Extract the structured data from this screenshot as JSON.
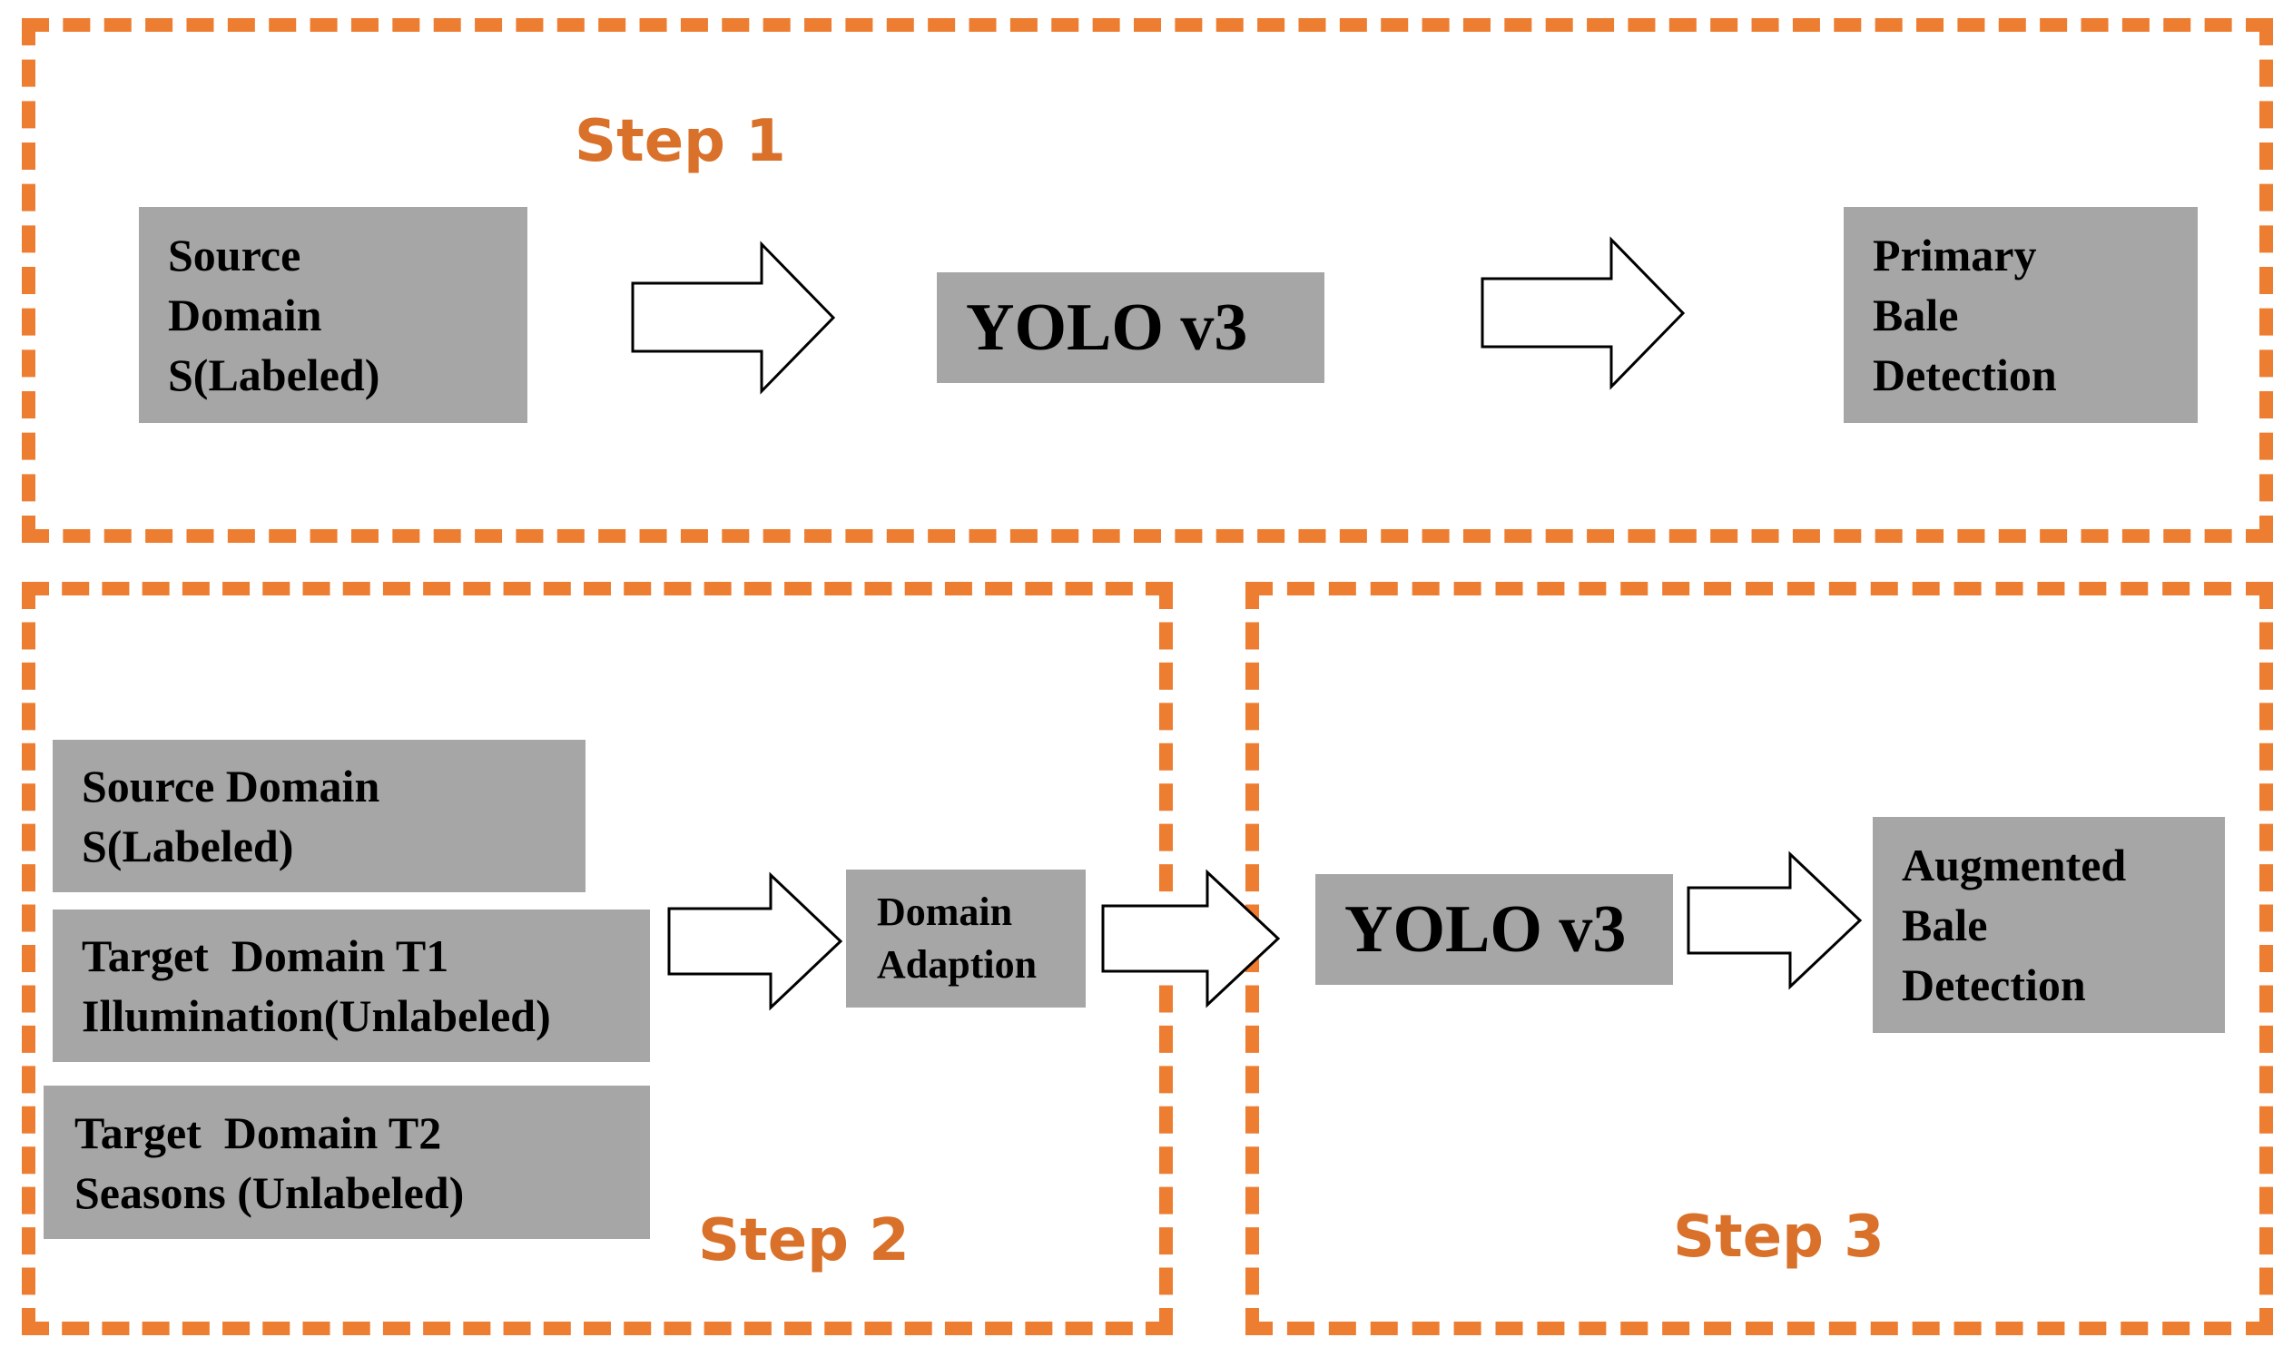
{
  "diagram": {
    "colors": {
      "dash_border": "#ED7D31",
      "step_label": "#D9712A",
      "box_fill": "#A6A6A6",
      "arrow_fill": "#FFFFFF",
      "arrow_stroke": "#000000"
    },
    "step1": {
      "label": "Step 1",
      "source_box": "Source\nDomain\nS(Labeled)",
      "model_box": "YOLO v3",
      "output_box": "Primary\nBale\nDetection"
    },
    "step2": {
      "label": "Step 2",
      "source_box": "Source Domain\nS(Labeled)",
      "target1_box": "Target  Domain T1\nIllumination(Unlabeled)",
      "target2_box": "Target  Domain T2\nSeasons (Unlabeled)",
      "adaption_box": "Domain\nAdaption"
    },
    "step3": {
      "label": "Step 3",
      "model_box": "YOLO v3",
      "output_box": "Augmented\nBale\nDetection"
    },
    "icons": {
      "arrow": "block-arrow-right-icon"
    }
  }
}
